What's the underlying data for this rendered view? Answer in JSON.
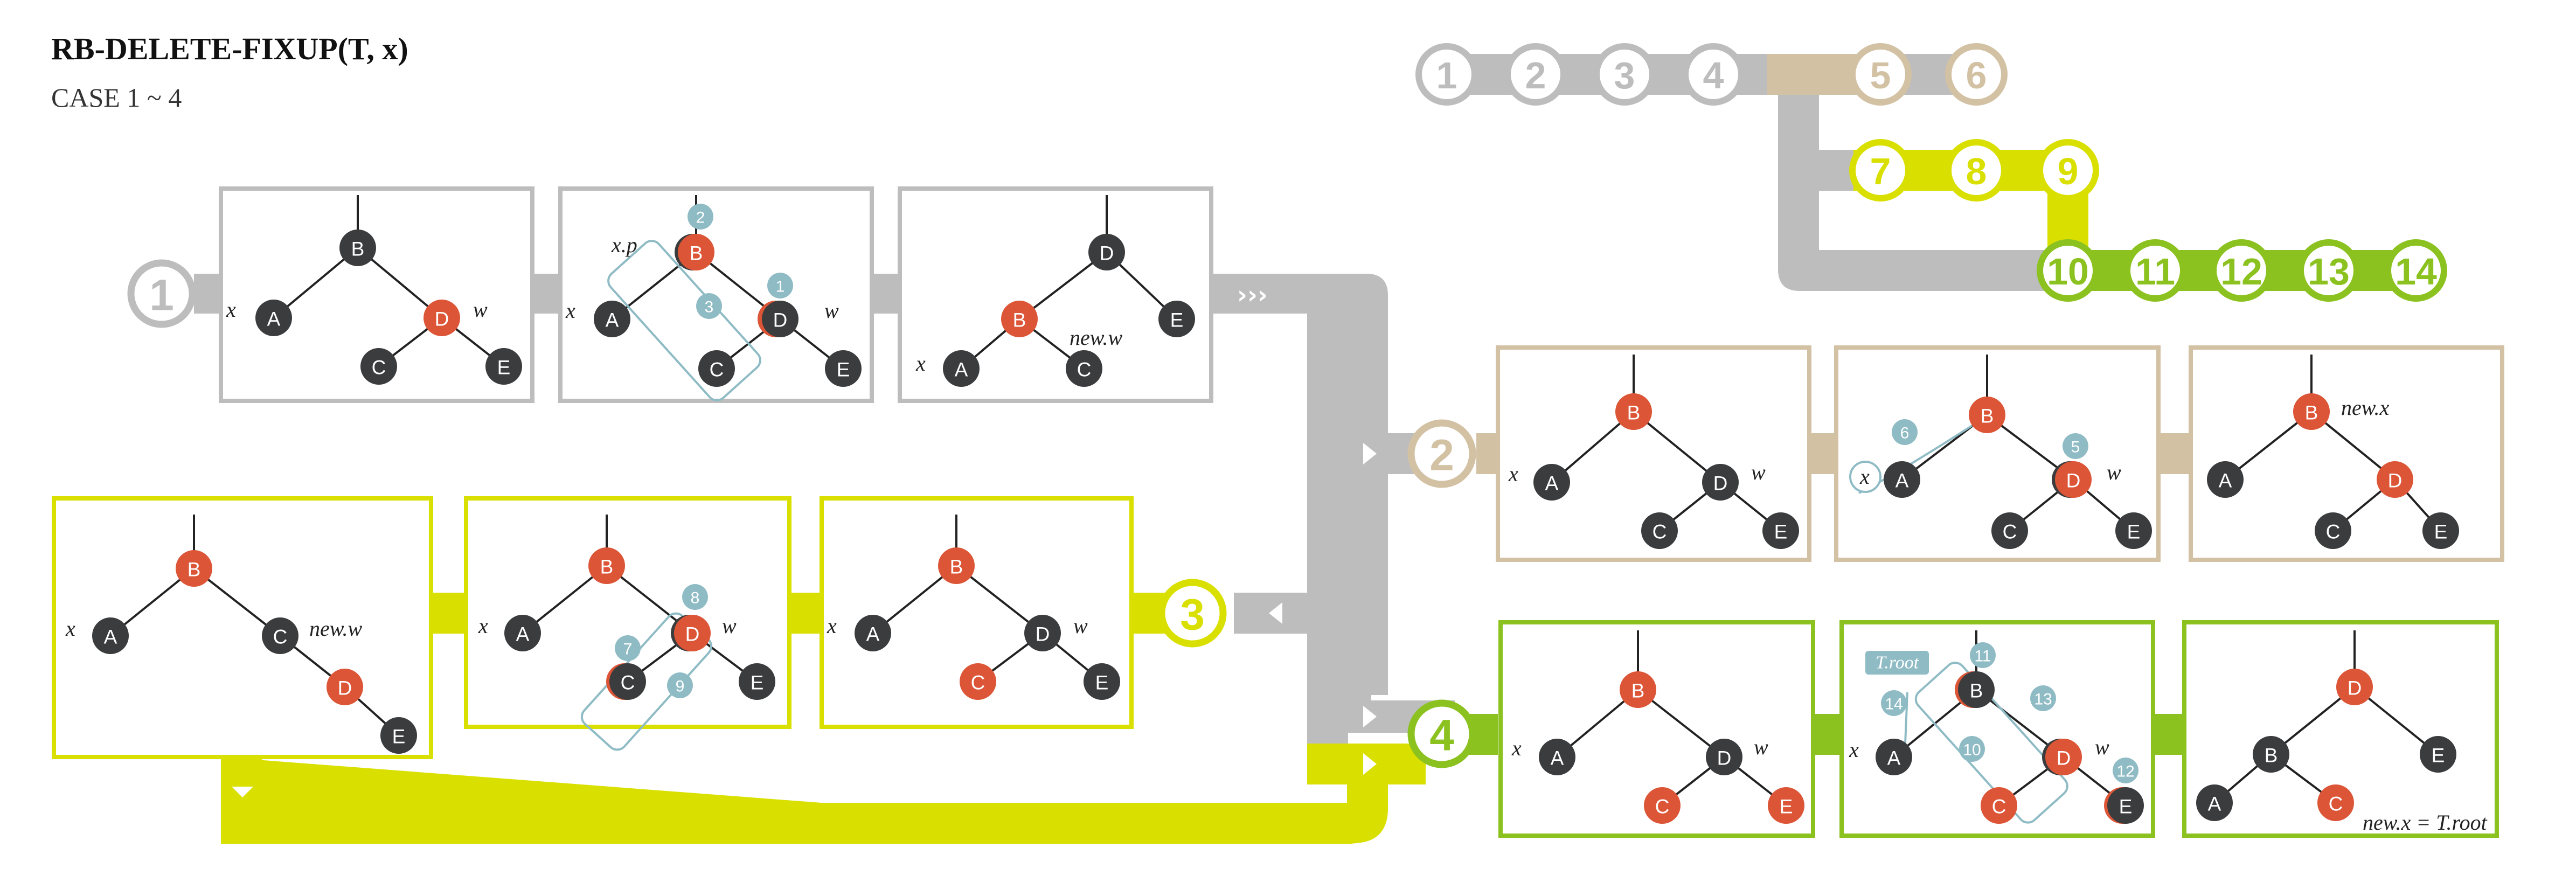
{
  "header": {
    "title": "RB-DELETE-FIXUP(T, x)",
    "subtitle": "CASE 1 ~ 4"
  },
  "colors": {
    "gray": "#bdbdbd",
    "tan": "#d3c1a4",
    "yellow": "#d9e000",
    "green": "#8cc220",
    "red": "#dc5537",
    "black": "#3b3c3d",
    "badge": "#8fbbc5"
  },
  "legend": {
    "gray_steps": [
      "1",
      "2",
      "3",
      "4"
    ],
    "tan_steps": [
      "5",
      "6"
    ],
    "yellow_steps": [
      "7",
      "8",
      "9"
    ],
    "green_steps": [
      "10",
      "11",
      "12",
      "13",
      "14"
    ]
  },
  "cases": {
    "case1": "1",
    "case2": "2",
    "case3": "3",
    "case4": "4"
  },
  "nodes": {
    "A": "A",
    "B": "B",
    "C": "C",
    "D": "D",
    "E": "E"
  },
  "labels": {
    "x": "x",
    "w": "w",
    "xp": "x.p",
    "new_w": "new.w",
    "new_x": "new.x",
    "new_x_root": "new.x = T.root",
    "t_root": "T.root"
  },
  "badges": {
    "b1": "1",
    "b2": "2",
    "b3": "3",
    "b5": "5",
    "b6": "6",
    "b7": "7",
    "b8": "8",
    "b9": "9",
    "b10": "10",
    "b11": "11",
    "b12": "12",
    "b13": "13",
    "b14": "14"
  },
  "arrows": {
    "triple": "›››",
    "single_right": "▶",
    "single_left": "◀",
    "down": "▼"
  }
}
